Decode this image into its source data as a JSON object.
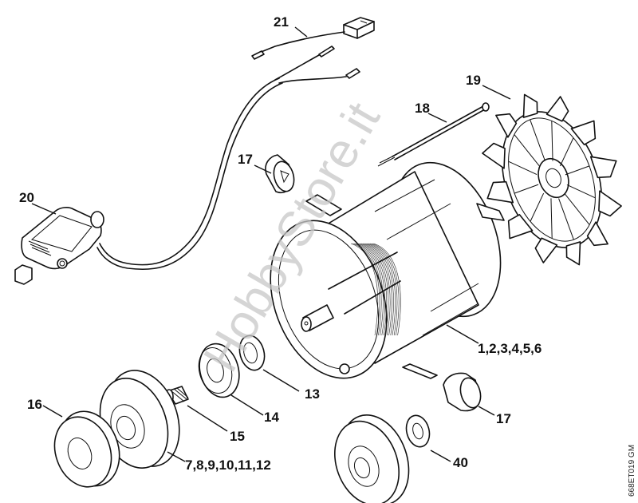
{
  "diagram": {
    "title": "Electric motor exploded parts view",
    "watermark": "HobbyStore.it",
    "reference_code": "668ET019 GM",
    "callouts": [
      {
        "id": "21",
        "label": "21",
        "part": "cable-harness-with-connector"
      },
      {
        "id": "19",
        "label": "19",
        "part": "fan-impeller"
      },
      {
        "id": "18",
        "label": "18",
        "part": "long-screw"
      },
      {
        "id": "17a",
        "label": "17",
        "part": "carbon-brush-cap-top"
      },
      {
        "id": "20",
        "label": "20",
        "part": "switch"
      },
      {
        "id": "1-6",
        "label": "1,2,3,4,5,6",
        "part": "motor-housing-stator"
      },
      {
        "id": "13",
        "label": "13",
        "part": "shaft-seal-ring"
      },
      {
        "id": "14",
        "label": "14",
        "part": "ball-bearing"
      },
      {
        "id": "17b",
        "label": "17",
        "part": "carbon-brush-cap-bottom"
      },
      {
        "id": "16",
        "label": "16",
        "part": "pulley-cover"
      },
      {
        "id": "15",
        "label": "15",
        "part": "needle-bearing"
      },
      {
        "id": "40",
        "label": "40",
        "part": "washer"
      },
      {
        "id": "7-12",
        "label": "7,8,9,10,11,12",
        "part": "clutch-drum"
      }
    ]
  }
}
